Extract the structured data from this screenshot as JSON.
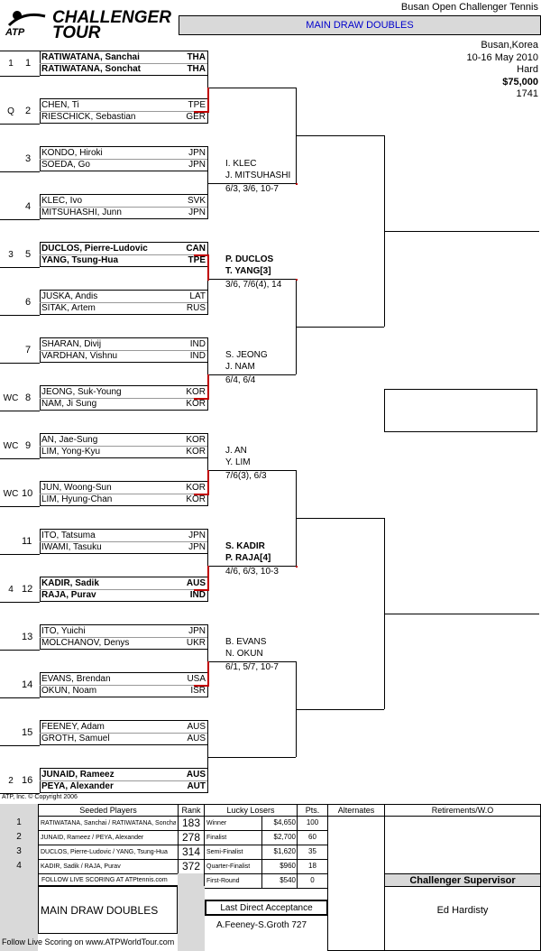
{
  "header": {
    "logo_atp": "ATP",
    "logo_line1": "CHALLENGER",
    "logo_line2": "TOUR",
    "tournament_name": "Busan Open Challenger Tennis",
    "draw_title": "MAIN DRAW DOUBLES",
    "location": "Busan,Korea",
    "dates": "10-16 May 2010",
    "surface": "Hard",
    "prize": "$75,000",
    "tournament_id": "1741"
  },
  "entries": [
    {
      "seed": "1",
      "pos": "1",
      "p1": "RATIWATANA, Sanchai",
      "c1": "THA",
      "p2": "RATIWATANA, Sonchat",
      "c2": "THA",
      "bold": true
    },
    {
      "seed": "Q",
      "pos": "2",
      "p1": "CHEN, Ti",
      "c1": "TPE",
      "p2": "RIESCHICK, Sebastian",
      "c2": "GER",
      "bold": false
    },
    {
      "seed": "",
      "pos": "3",
      "p1": "KONDO, Hiroki",
      "c1": "JPN",
      "p2": "SOEDA, Go",
      "c2": "JPN",
      "bold": false
    },
    {
      "seed": "",
      "pos": "4",
      "p1": "KLEC, Ivo",
      "c1": "SVK",
      "p2": "MITSUHASHI, Junn",
      "c2": "JPN",
      "bold": false
    },
    {
      "seed": "3",
      "pos": "5",
      "p1": "DUCLOS, Pierre-Ludovic",
      "c1": "CAN",
      "p2": "YANG, Tsung-Hua",
      "c2": "TPE",
      "bold": true
    },
    {
      "seed": "",
      "pos": "6",
      "p1": "JUSKA, Andis",
      "c1": "LAT",
      "p2": "SITAK, Artem",
      "c2": "RUS",
      "bold": false
    },
    {
      "seed": "",
      "pos": "7",
      "p1": "SHARAN, Divij",
      "c1": "IND",
      "p2": "VARDHAN, Vishnu",
      "c2": "IND",
      "bold": false
    },
    {
      "seed": "WC",
      "pos": "8",
      "p1": "JEONG, Suk-Young",
      "c1": "KOR",
      "p2": "NAM, Ji Sung",
      "c2": "KOR",
      "bold": false
    },
    {
      "seed": "WC",
      "pos": "9",
      "p1": "AN, Jae-Sung",
      "c1": "KOR",
      "p2": "LIM, Yong-Kyu",
      "c2": "KOR",
      "bold": false
    },
    {
      "seed": "WC",
      "pos": "10",
      "p1": "JUN, Woong-Sun",
      "c1": "KOR",
      "p2": "LIM, Hyung-Chan",
      "c2": "KOR",
      "bold": false
    },
    {
      "seed": "",
      "pos": "11",
      "p1": "ITO, Tatsuma",
      "c1": "JPN",
      "p2": "IWAMI, Tasuku",
      "c2": "JPN",
      "bold": false
    },
    {
      "seed": "4",
      "pos": "12",
      "p1": "KADIR, Sadik",
      "c1": "AUS",
      "p2": "RAJA, Purav",
      "c2": "IND",
      "bold": true
    },
    {
      "seed": "",
      "pos": "13",
      "p1": "ITO, Yuichi",
      "c1": "JPN",
      "p2": "MOLCHANOV, Denys",
      "c2": "UKR",
      "bold": false
    },
    {
      "seed": "",
      "pos": "14",
      "p1": "EVANS, Brendan",
      "c1": "USA",
      "p2": "OKUN, Noam",
      "c2": "ISR",
      "bold": false
    },
    {
      "seed": "",
      "pos": "15",
      "p1": "FEENEY, Adam",
      "c1": "AUS",
      "p2": "GROTH, Samuel",
      "c2": "AUS",
      "bold": false
    },
    {
      "seed": "2",
      "pos": "16",
      "p1": "JUNAID, Rameez",
      "c1": "AUS",
      "p2": "PEYA, Alexander",
      "c2": "AUT",
      "bold": true
    }
  ],
  "round2": [
    {
      "p1": "I. KLEC",
      "p2": "J. MITSUHASHI",
      "score": "6/3, 3/6, 10-7",
      "bold": false
    },
    {
      "p1": "P. DUCLOS",
      "p2": "T. YANG[3]",
      "score": "3/6, 7/6(4), 14",
      "bold": true
    },
    {
      "p1": "S. JEONG",
      "p2": "J. NAM",
      "score": "6/4, 6/4",
      "bold": false
    },
    {
      "p1": "J. AN",
      "p2": "Y. LIM",
      "score": "7/6(3), 6/3",
      "bold": false
    },
    {
      "p1": "S. KADIR",
      "p2": "P. RAJA[4]",
      "score": "4/6, 6/3, 10-3",
      "bold": true
    },
    {
      "p1": "B. EVANS",
      "p2": "N. OKUN",
      "score": "6/1, 5/7, 10-7",
      "bold": false
    }
  ],
  "copyright": "ATP, Inc. © Copyright 2006",
  "footer": {
    "seeded_header": "Seeded Players",
    "rank_header": "Rank",
    "seeded": [
      {
        "n": "1",
        "names": "RATIWATANA, Sanchai / RATIWATANA, Sonchat",
        "rank": "183"
      },
      {
        "n": "2",
        "names": "JUNAID, Rameez / PEYA, Alexander",
        "rank": "278"
      },
      {
        "n": "3",
        "names": "DUCLOS, Pierre-Ludovic / YANG, Tsung-Hua",
        "rank": "314"
      },
      {
        "n": "4",
        "names": "KADIR, Sadik / RAJA, Purav",
        "rank": "372"
      }
    ],
    "lucky_header": "Lucky Losers",
    "pts_header": "Pts.",
    "alternates_header": "Alternates",
    "retirements_header": "Retirements/W.O",
    "prizes": [
      {
        "round": "Winner",
        "money": "$4,650",
        "pts": "100"
      },
      {
        "round": "Finalist",
        "money": "$2,700",
        "pts": "60"
      },
      {
        "round": "Semi-Finalist",
        "money": "$1,620",
        "pts": "35"
      },
      {
        "round": "Quarter-Finalist",
        "money": "$960",
        "pts": "18"
      },
      {
        "round": "First-Round",
        "money": "$540",
        "pts": "0"
      }
    ],
    "live_scoring_small": "FOLLOW LIVE SCORING AT ATPtennis.com",
    "draw_label": "MAIN DRAW DOUBLES",
    "last_direct_label": "Last Direct Acceptance",
    "last_direct_value": "A.Feeney-S.Groth 727",
    "supervisor_header": "Challenger Supervisor",
    "supervisor_name": "Ed Hardisty",
    "live_scoring_bottom": "Follow Live Scoring on www.ATPWorldTour.com"
  }
}
